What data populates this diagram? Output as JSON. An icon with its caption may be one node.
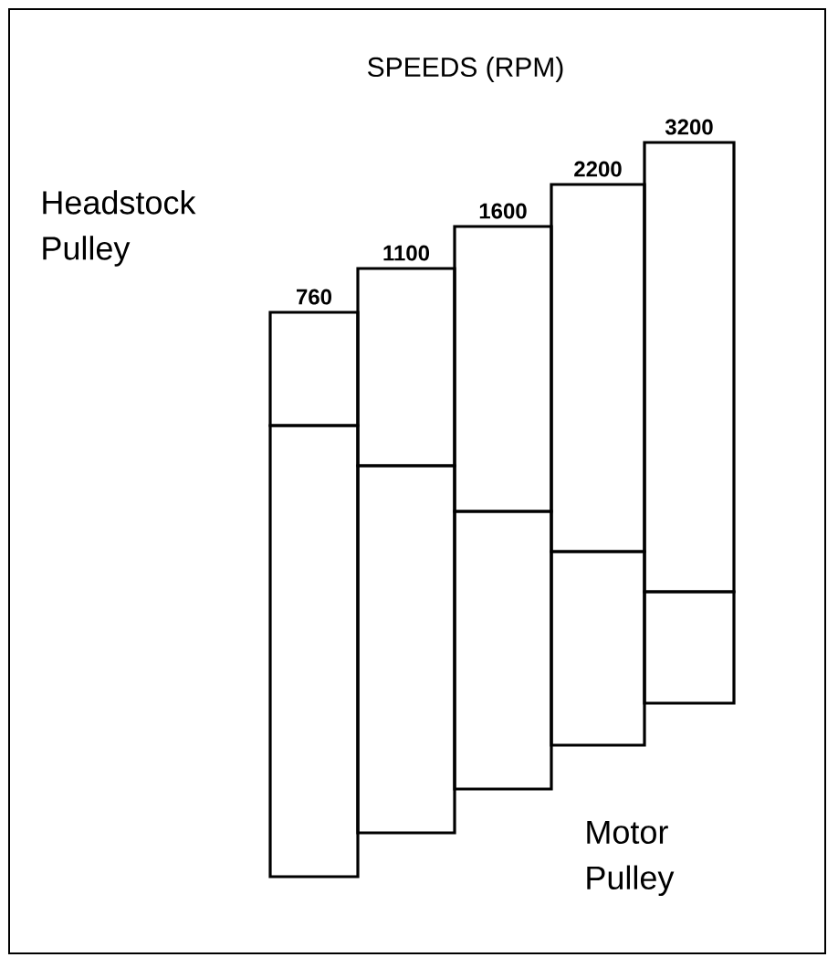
{
  "diagram": {
    "title": "SPEEDS (RPM)",
    "nodes": [
      {
        "text": [],
        "shape": "box",
        "beside": [
          "760"
        ]
      },
      {
        "text": [],
        "shape": "box"
      },
      {
        "text": [],
        "shape": "box",
        "beside": [
          "1100"
        ]
      },
      {
        "text": [],
        "shape": "box"
      },
      {
        "text": [],
        "shape": "box",
        "beside": [
          "1600"
        ]
      },
      {
        "text": [],
        "shape": "box"
      },
      {
        "text": [],
        "shape": "box",
        "beside": [
          "2200"
        ]
      },
      {
        "text": [],
        "shape": "box"
      },
      {
        "text": [],
        "shape": "box",
        "beside": [
          "3200"
        ]
      },
      {
        "text": [],
        "shape": "box"
      }
    ],
    "labels": [
      "Headstock Pulley",
      "Motor Pulley"
    ]
  }
}
